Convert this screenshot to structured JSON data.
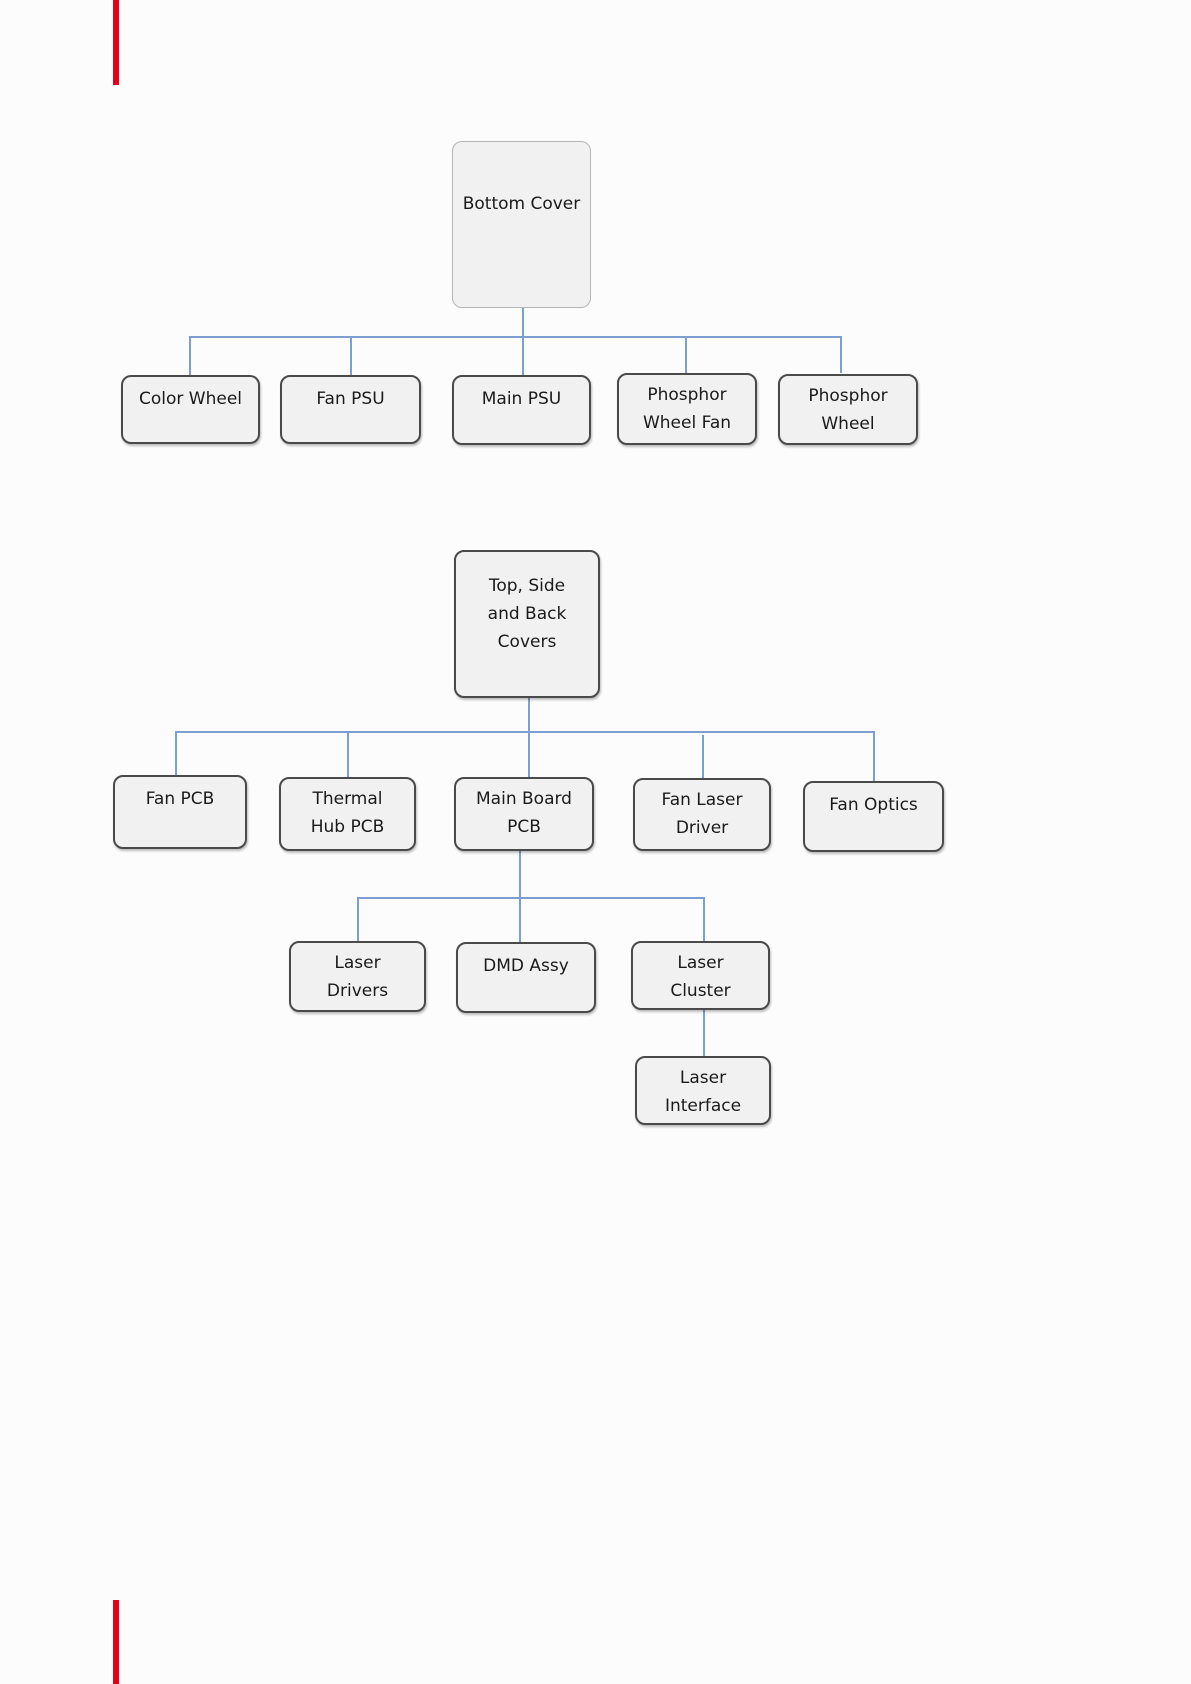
{
  "diagrams": {
    "bottom": {
      "root": "Bottom Cover",
      "children": [
        "Color Wheel",
        "Fan PSU",
        "Main PSU",
        "Phosphor\nWheel Fan",
        "Phosphor\nWheel"
      ]
    },
    "top": {
      "root": "Top, Side\nand Back\nCovers",
      "children": [
        "Fan PCB",
        "Thermal\nHub PCB",
        "Main Board\nPCB",
        "Fan Laser\nDriver",
        "Fan Optics"
      ],
      "main_board_children": [
        "Laser\nDrivers",
        "DMD Assy",
        "Laser\nCluster"
      ],
      "laser_cluster_child": "Laser\nInterface"
    }
  },
  "colors": {
    "accent": "#e2001a",
    "connector": "#7c9fd0",
    "node_border": "#4a4a4a",
    "node_fill": "#f1f1f1"
  }
}
